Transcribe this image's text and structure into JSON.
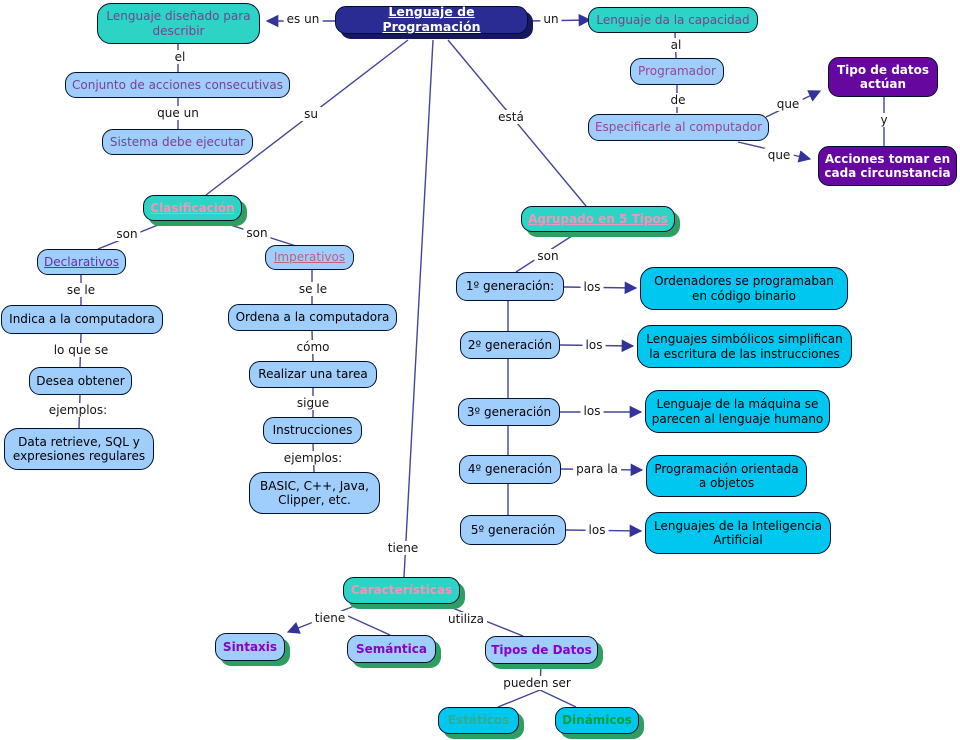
{
  "title": "Lenguaje de Programación",
  "nodes": {
    "root": {
      "label": "Lenguaje de Programación"
    },
    "designed": {
      "label": "Lenguaje diseñado para describir"
    },
    "conjunto": {
      "label": "Conjunto de acciones consecutivas"
    },
    "sistema": {
      "label": "Sistema debe ejecutar"
    },
    "capacidad": {
      "label": "Lenguaje da la capacidad"
    },
    "programador": {
      "label": "Programador"
    },
    "especificarle": {
      "label": "Especificarle al computador"
    },
    "tipodatos": {
      "label": "Tipo de datos actúan"
    },
    "acciones": {
      "label": "Acciones tomar en cada circunstancia"
    },
    "clasificacion": {
      "label": "Clasificación"
    },
    "declarativos": {
      "label": "Declarativos"
    },
    "indica": {
      "label": "Indica a la computadora"
    },
    "desea": {
      "label": "Desea obtener"
    },
    "dataretrieve": {
      "label": "Data retrieve, SQL y expresiones regulares"
    },
    "imperativos": {
      "label": "Imperativos"
    },
    "ordena": {
      "label": "Ordena a la computadora"
    },
    "realizar": {
      "label": "Realizar una tarea"
    },
    "instrucciones": {
      "label": "Instrucciones"
    },
    "basic": {
      "label": "BASIC, C++, Java, Clipper, etc."
    },
    "agrupado": {
      "label": "Agrupado en 5 Tipos"
    },
    "gen1": {
      "label": "1º generación:"
    },
    "gen2": {
      "label": "2º generación"
    },
    "gen3": {
      "label": "3º generación"
    },
    "gen4": {
      "label": "4º generación"
    },
    "gen5": {
      "label": "5º generación"
    },
    "gen1_desc": {
      "label": "Ordenadores se programaban en código binario"
    },
    "gen2_desc": {
      "label": "Lenguajes simbólicos simplifican la escritura de las instrucciones"
    },
    "gen3_desc": {
      "label": "Lenguaje de la máquina se parecen al lenguaje humano"
    },
    "gen4_desc": {
      "label": "Programación orientada a objetos"
    },
    "gen5_desc": {
      "label": "Lenguajes de la Inteligencia Artificial"
    },
    "caracteristicas": {
      "label": "Características"
    },
    "sintaxis": {
      "label": "Sintaxis"
    },
    "semantica": {
      "label": "Semántica"
    },
    "tiposdatos": {
      "label": "Tipos de Datos"
    },
    "estaticos": {
      "label": "Estáticos"
    },
    "dinamicos": {
      "label": "Dinámicos"
    }
  },
  "links": {
    "es_un": "es un",
    "un": "un",
    "el": "el",
    "que_un": "que un",
    "al": "al",
    "de": "de",
    "que_top": "que",
    "que_bottom": "que",
    "y": "y",
    "su": "su",
    "esta": "está",
    "son_left": "son",
    "son_right": "son",
    "se_le_left": "se le",
    "lo_que_se": "lo que se",
    "ejemplos_left": "ejemplos:",
    "se_le_right": "se le",
    "como": "cómo",
    "sigue": "sigue",
    "ejemplos_right": "ejemplos:",
    "son_gen": "son",
    "los_1": "los",
    "los_2": "los",
    "los_3": "los",
    "para_la": "para la",
    "los_5": "los",
    "tiene_root": "tiene",
    "tiene_carac": "tiene",
    "utiliza": "utiliza",
    "pueden_ser": "pueden ser"
  },
  "colors": {
    "teal_node": "#2dd3c4",
    "blue_node": "#9fcdfc",
    "cyan_node": "#00c7f0",
    "navy_node": "#2b2b94",
    "purple_node": "#66079f",
    "green_shadow": "#2f9e62",
    "navy_shadow": "#17175e",
    "line": "#45459a",
    "pink_heading_text": "#f693b8",
    "violet_text": "#8a00cc"
  }
}
